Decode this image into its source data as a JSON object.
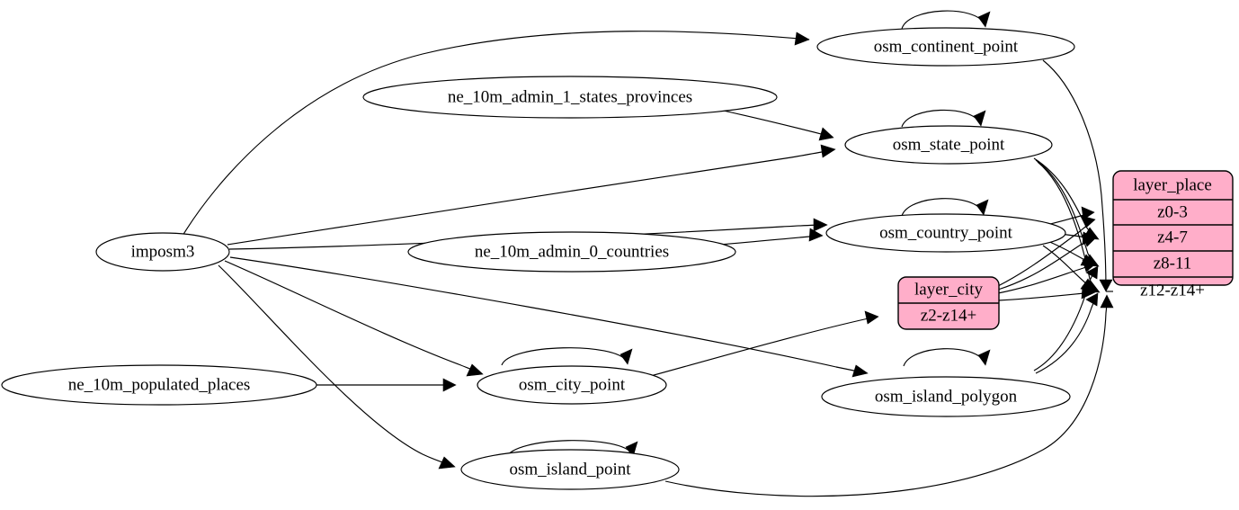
{
  "diagram": {
    "title": "",
    "type": "directed-graph",
    "background_color": "#ffffff",
    "edge_color": "#000000",
    "ellipse_fill": "#ffffff",
    "record_fill": "#ffaec9",
    "record_stroke": "#000000"
  },
  "nodes": {
    "imposm3": {
      "label": "imposm3",
      "shape": "ellipse"
    },
    "ne_states": {
      "label": "ne_10m_admin_1_states_provinces",
      "shape": "ellipse"
    },
    "ne_countries": {
      "label": "ne_10m_admin_0_countries",
      "shape": "ellipse"
    },
    "ne_populated": {
      "label": "ne_10m_populated_places",
      "shape": "ellipse"
    },
    "osm_continent_point": {
      "label": "osm_continent_point",
      "shape": "ellipse"
    },
    "osm_state_point": {
      "label": "osm_state_point",
      "shape": "ellipse"
    },
    "osm_country_point": {
      "label": "osm_country_point",
      "shape": "ellipse"
    },
    "osm_city_point": {
      "label": "osm_city_point",
      "shape": "ellipse"
    },
    "osm_island_point": {
      "label": "osm_island_point",
      "shape": "ellipse"
    },
    "osm_island_polygon": {
      "label": "osm_island_polygon",
      "shape": "ellipse"
    }
  },
  "records": {
    "layer_place": {
      "header": "layer_place",
      "rows": [
        "z0-3",
        "z4-7",
        "z8-11",
        "z12-z14+"
      ],
      "fill": "#ffaec9"
    },
    "layer_city": {
      "header": "layer_city",
      "rows": [
        "z2-z14+"
      ],
      "fill": "#ffaec9"
    }
  },
  "edges": [
    {
      "from": "imposm3",
      "to": "osm_continent_point"
    },
    {
      "from": "imposm3",
      "to": "osm_state_point"
    },
    {
      "from": "imposm3",
      "to": "osm_country_point"
    },
    {
      "from": "imposm3",
      "to": "osm_city_point"
    },
    {
      "from": "imposm3",
      "to": "osm_island_point"
    },
    {
      "from": "imposm3",
      "to": "osm_island_polygon"
    },
    {
      "from": "ne_states",
      "to": "osm_state_point"
    },
    {
      "from": "ne_countries",
      "to": "osm_country_point"
    },
    {
      "from": "ne_populated",
      "to": "osm_city_point"
    },
    {
      "from": "osm_continent_point",
      "to": "osm_continent_point",
      "kind": "self-loop"
    },
    {
      "from": "osm_state_point",
      "to": "osm_state_point",
      "kind": "self-loop"
    },
    {
      "from": "osm_country_point",
      "to": "osm_country_point",
      "kind": "self-loop"
    },
    {
      "from": "osm_city_point",
      "to": "osm_city_point",
      "kind": "self-loop"
    },
    {
      "from": "osm_island_point",
      "to": "osm_island_point",
      "kind": "self-loop"
    },
    {
      "from": "osm_island_polygon",
      "to": "osm_island_polygon",
      "kind": "self-loop"
    },
    {
      "from": "osm_continent_point",
      "to": "layer_place.z12-z14+"
    },
    {
      "from": "osm_state_point",
      "to": "layer_place.z4-7"
    },
    {
      "from": "osm_state_point",
      "to": "layer_place.z8-11"
    },
    {
      "from": "osm_state_point",
      "to": "layer_place.z12-z14+"
    },
    {
      "from": "osm_country_point",
      "to": "layer_place.z0-3"
    },
    {
      "from": "osm_country_point",
      "to": "layer_place.z4-7"
    },
    {
      "from": "osm_country_point",
      "to": "layer_place.z8-11"
    },
    {
      "from": "osm_country_point",
      "to": "layer_place.z12-z14+"
    },
    {
      "from": "osm_city_point",
      "to": "layer_city.z2-z14+"
    },
    {
      "from": "layer_city",
      "to": "layer_place.z0-3"
    },
    {
      "from": "layer_city",
      "to": "layer_place.z4-7"
    },
    {
      "from": "layer_city",
      "to": "layer_place.z8-11"
    },
    {
      "from": "layer_city",
      "to": "layer_place.z12-z14+"
    },
    {
      "from": "osm_island_polygon",
      "to": "layer_place.z8-11"
    },
    {
      "from": "osm_island_polygon",
      "to": "layer_place.z12-z14+"
    },
    {
      "from": "osm_island_point",
      "to": "layer_place.z12-z14+"
    }
  ]
}
